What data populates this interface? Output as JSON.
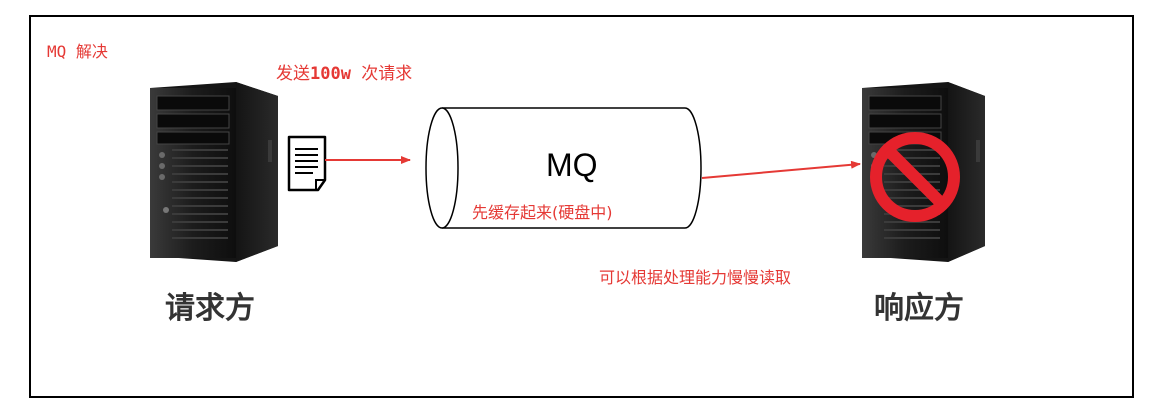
{
  "title_tag": "MQ  解决",
  "send_label": {
    "prefix": "发送",
    "count": "100w",
    "suffix": " 次请求"
  },
  "queue": {
    "name": "MQ",
    "note": "先缓存起来(硬盘中)"
  },
  "read_note": "可以根据处理能力慢慢读取",
  "requester_label": "请求方",
  "responder_label": "响应方",
  "colors": {
    "accent": "#e53935",
    "block_sign": "#e5212b",
    "server_body": "#1e1e1e",
    "frame": "#000000"
  }
}
